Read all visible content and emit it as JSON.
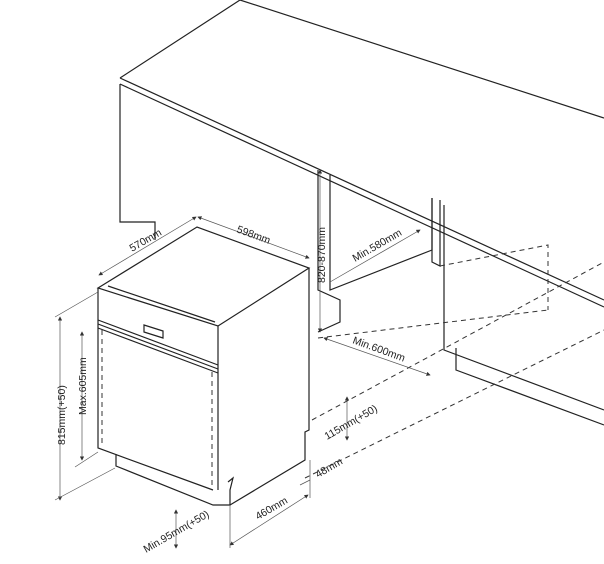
{
  "dimensions": {
    "depth": "570mm",
    "width": "598mm",
    "niche_height": "820-870mm",
    "niche_depth": "Min.580mm",
    "niche_width": "Min.600mm",
    "appliance_height": "815mm(+50)",
    "door_height": "Max.605mm",
    "plinth_height": "115mm(+50)",
    "plinth_setback": "48mm",
    "foot_depth": "460mm",
    "door_bottom_clearance": "Min.95mm(+50)"
  }
}
